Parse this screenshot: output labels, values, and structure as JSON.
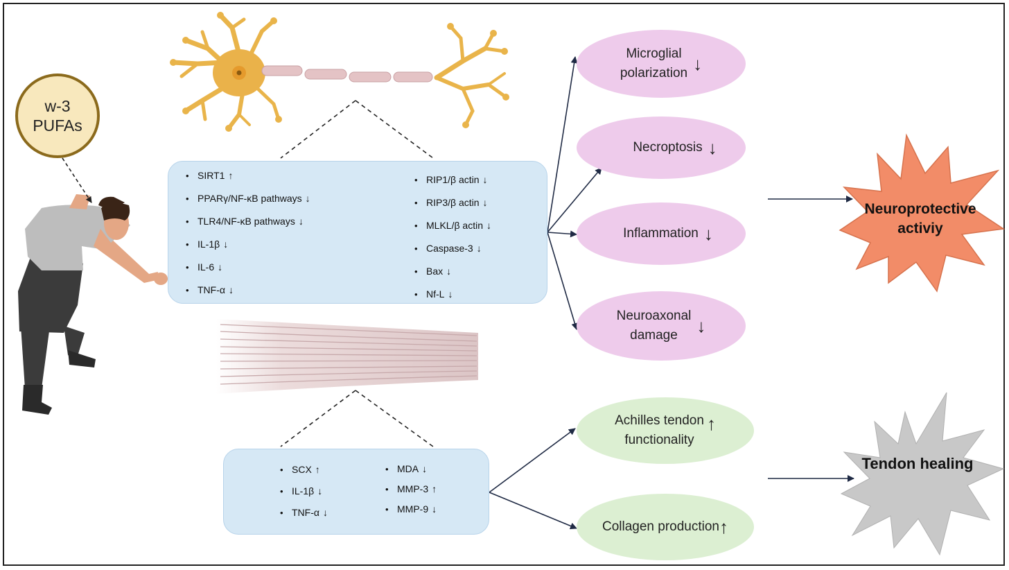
{
  "pufa": {
    "line1": "w-3",
    "line2": "PUFAs"
  },
  "nerve_markers": {
    "left": [
      {
        "label": "SIRT1",
        "arrow": "↑"
      },
      {
        "label": "PPARγ/NF-κB pathways",
        "arrow": "↓"
      },
      {
        "label": "TLR4/NF-κB pathways",
        "arrow": "↓"
      },
      {
        "label": "IL-1β",
        "arrow": "↓"
      },
      {
        "label": "IL-6",
        "arrow": "↓"
      },
      {
        "label": "TNF-α",
        "arrow": "↓"
      }
    ],
    "right": [
      {
        "label": "RIP1/β actin",
        "arrow": "↓"
      },
      {
        "label": "RIP3/β actin",
        "arrow": "↓"
      },
      {
        "label": "MLKL/β actin",
        "arrow": "↓"
      },
      {
        "label": "Caspase-3",
        "arrow": "↓"
      },
      {
        "label": "Bax",
        "arrow": "↓"
      },
      {
        "label": "Nf-L",
        "arrow": "↓"
      }
    ]
  },
  "tendon_markers": {
    "left": [
      {
        "label": "SCX",
        "arrow": "↑"
      },
      {
        "label": "IL-1β",
        "arrow": "↓"
      },
      {
        "label": "TNF-α",
        "arrow": "↓"
      }
    ],
    "right": [
      {
        "label": "MDA",
        "arrow": "↓"
      },
      {
        "label": "MMP-3",
        "arrow": "↑"
      },
      {
        "label": "MMP-9",
        "arrow": "↓"
      }
    ]
  },
  "outcomes": {
    "microglial": {
      "line1": "Microglial",
      "line2": "polarization",
      "arrow": "↓"
    },
    "necroptosis": {
      "text": "Necroptosis",
      "arrow": "↓"
    },
    "inflammation": {
      "text": "Inflammation",
      "arrow": "↓"
    },
    "neuroaxonal": {
      "line1": "Neuroaxonal",
      "line2": "damage",
      "arrow": "↓"
    },
    "achilles": {
      "line1": "Achilles tendon",
      "line2": "functionality",
      "arrow": "↑"
    },
    "collagen": {
      "text": "Collagen production",
      "arrow": "↑"
    }
  },
  "results": {
    "neuroprotective": {
      "line1": "Neuroprotective",
      "line2": "activiy"
    },
    "tendon_healing": {
      "text": "Tendon healing"
    }
  },
  "colors": {
    "pink": "#eecbeb",
    "green": "#dcefd2",
    "box": "#d6e8f5",
    "burst_orange": "#f28c68",
    "burst_gray": "#c8c8c8",
    "neuron": "#e9b44a"
  }
}
